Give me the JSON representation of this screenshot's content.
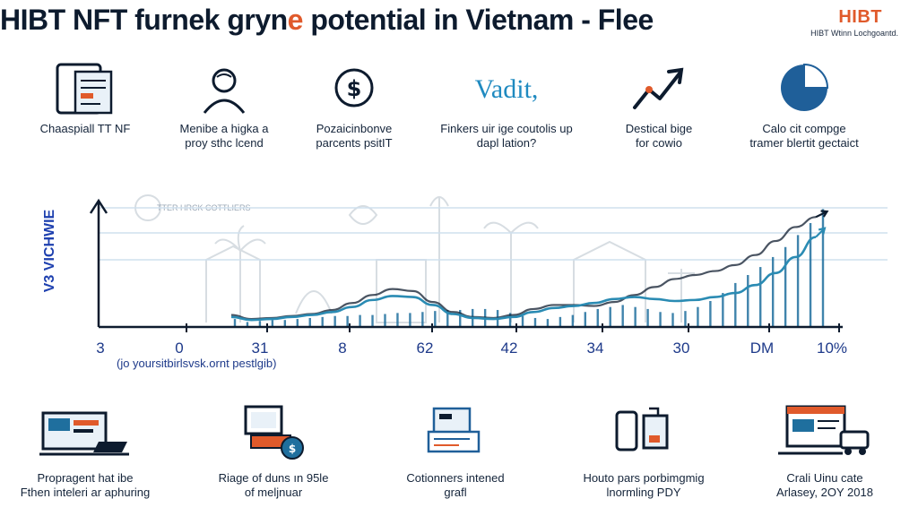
{
  "header": {
    "title_prefix": "HIBT NFT furnek gryn",
    "title_hl": "e",
    "title_suffix": " potential in Vietnam - Flee",
    "brand": "HIBT",
    "brand_sub": "HIBT Wtinn Lochgoantd."
  },
  "top_items": [
    {
      "icon": "tablet-document-icon",
      "caption": "Chaaspiall TT NF"
    },
    {
      "icon": "person-icon",
      "caption": "Menibe a higka a\nproy sthc lcend"
    },
    {
      "icon": "dollar-coin-icon",
      "caption": "Pozaicinbonve\nparcents psitIT"
    },
    {
      "icon": "vadit-logo-text",
      "text": "Vadit,",
      "caption": "Finkers uir ige coutolis up\ndapl lation?"
    },
    {
      "icon": "trend-arrow-icon",
      "caption": "Destical bige\nfor cowio"
    },
    {
      "icon": "pie-chart-icon",
      "caption": "Calo cit compge\ntramer blertit gectaict"
    }
  ],
  "colors": {
    "navy": "#0d1b2e",
    "blue": "#1f6f9e",
    "teal": "#2a8bb3",
    "accent": "#e05a2b",
    "grid": "#cfe0ee",
    "bg_art": "#d7dde2"
  },
  "chart_data": {
    "type": "line",
    "ylabel": "V3 VICHWIE",
    "watermark": "TTER HRCK COTTLIERS",
    "x_tick_labels": [
      "3",
      "0",
      "31",
      "8",
      "62",
      "42",
      "34",
      "30",
      "DM",
      "10%"
    ],
    "series": [
      {
        "values": [
          12,
          8,
          9,
          11,
          13,
          17,
          24,
          32,
          38,
          36,
          25,
          15,
          10,
          9,
          12,
          18,
          22,
          22,
          21,
          25,
          32,
          40,
          48,
          52,
          56,
          62,
          72,
          86,
          100,
          110
        ]
      },
      {
        "values": [
          10,
          7,
          8,
          10,
          12,
          15,
          20,
          27,
          31,
          30,
          22,
          13,
          9,
          8,
          10,
          15,
          19,
          21,
          24,
          28,
          30,
          28,
          26,
          27,
          30,
          34,
          42,
          54,
          70,
          90
        ]
      }
    ],
    "bars": [
      8,
      5,
      6,
      7,
      7,
      8,
      9,
      10,
      11,
      11,
      12,
      12,
      13,
      14,
      14,
      15,
      16,
      17,
      17,
      18,
      18,
      17,
      14,
      11,
      9,
      8,
      10,
      12,
      15,
      18,
      20,
      22,
      20,
      18,
      15,
      14,
      16,
      20,
      26,
      34,
      44,
      52,
      60,
      70,
      80,
      92,
      104,
      118
    ],
    "ylim": [
      0,
      130
    ],
    "grid": true
  },
  "axis_note": "(jo yoursitbirlsvsk.ornt pestlgib)",
  "bottom_items": [
    {
      "icon": "laptop-screen-icon",
      "caption": "Propragent hat ibe\nFthen inteleri ar aphuring"
    },
    {
      "icon": "monitor-coin-icon",
      "caption": "Riage of duns ın 95le\nof meljnuar"
    },
    {
      "icon": "cards-stack-icon",
      "caption": "Cotionners intened\ngrafl"
    },
    {
      "icon": "phone-document-icon",
      "caption": "Houto pars porbimgmig\nlnormling PDY"
    },
    {
      "icon": "browser-truck-icon",
      "caption": "Crali Uinu cate\nArlasey, 2OY 2018"
    }
  ]
}
